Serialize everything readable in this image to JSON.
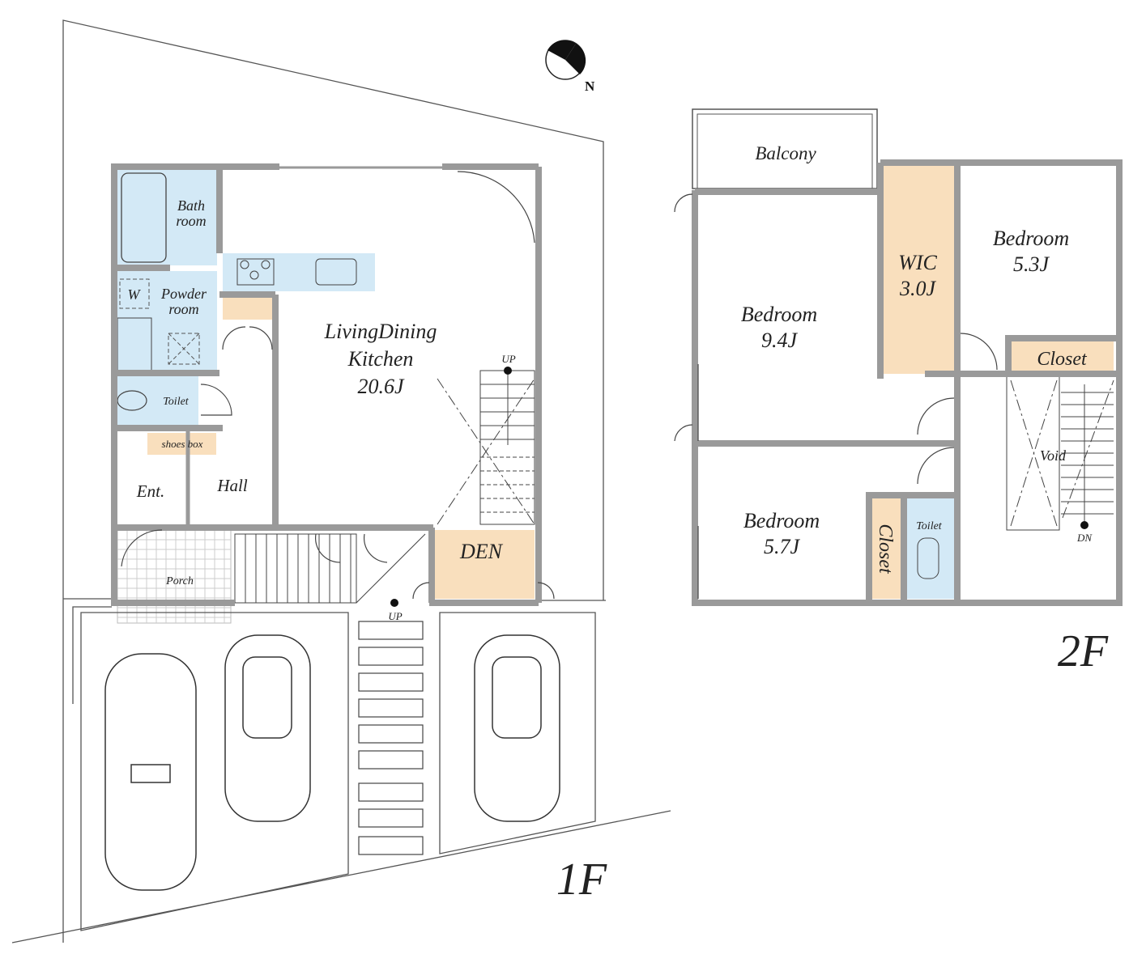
{
  "colors": {
    "wet_area": "#d3e9f6",
    "storage": "#f9dfbd",
    "wall": "#9a9a9a"
  },
  "compass": {
    "label": "N"
  },
  "floor1": {
    "title": "1F",
    "rooms": {
      "bath": [
        "Bath",
        "room"
      ],
      "powder": [
        "Powder",
        "room"
      ],
      "washer": "W",
      "toilet": "Toilet",
      "shoes_box": "shoes box",
      "ent": "Ent.",
      "hall": "Hall",
      "porch": "Porch",
      "ldk": [
        "LivingDining",
        "Kitchen",
        "20.6J"
      ],
      "den": "DEN",
      "stair_up": "UP",
      "ext_up": "UP"
    }
  },
  "floor2": {
    "title": "2F",
    "rooms": {
      "balcony": "Balcony",
      "bedroom_large": [
        "Bedroom",
        "9.4J"
      ],
      "wic": [
        "WIC",
        "3.0J"
      ],
      "bedroom_ne": [
        "Bedroom",
        "5.3J"
      ],
      "closet_ne": "Closet",
      "void": "Void",
      "stair_dn": "DN",
      "bedroom_sw": [
        "Bedroom",
        "5.7J"
      ],
      "closet_sw": "Closet",
      "toilet": "Toilet"
    }
  }
}
